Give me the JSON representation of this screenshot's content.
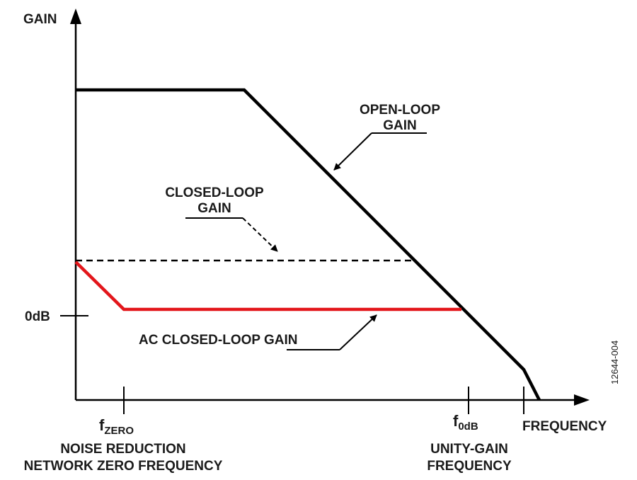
{
  "axes": {
    "y_label": "GAIN",
    "x_label": "FREQUENCY",
    "zero_db_label": "0dB"
  },
  "frequency_marks": {
    "f_zero": {
      "base": "f",
      "sub": "ZERO"
    },
    "f_0db": {
      "base": "f",
      "sub": "0dB"
    }
  },
  "captions": {
    "f_zero_line1": "NOISE REDUCTION",
    "f_zero_line2": "NETWORK ZERO FREQUENCY",
    "f_0db_line1": "UNITY-GAIN",
    "f_0db_line2": "FREQUENCY"
  },
  "callouts": {
    "open_loop_line1": "OPEN-LOOP",
    "open_loop_line2": "GAIN",
    "closed_loop_line1": "CLOSED-LOOP",
    "closed_loop_line2": "GAIN",
    "ac_closed_loop": "AC CLOSED-LOOP GAIN"
  },
  "figure_id": "12644-004",
  "colors": {
    "open_loop": "#000000",
    "closed_loop_dashed": "#000000",
    "ac_closed_loop": "#e3161b",
    "axis": "#000000"
  }
}
